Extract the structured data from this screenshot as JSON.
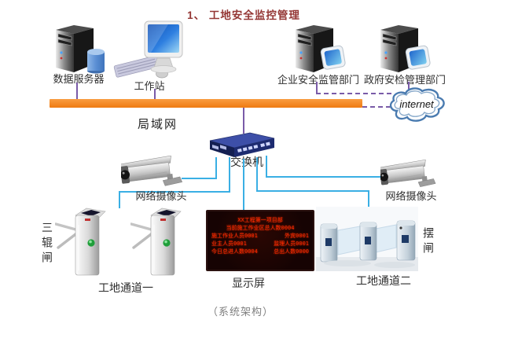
{
  "title": "1、 工地安全监控管理",
  "footer_caption": "（系统架构）",
  "nodes": {
    "data_server": {
      "label": "数据服务器"
    },
    "workstation": {
      "label": "工作站"
    },
    "enterprise_dept": {
      "label": "企业安全监管部门"
    },
    "government_dept": {
      "label": "政府安检管理部门"
    },
    "lan": {
      "label": "局域网"
    },
    "internet": {
      "label": "internet"
    },
    "switch": {
      "label": "交换机"
    },
    "camera_left": {
      "label": "网络摄像头"
    },
    "camera_right": {
      "label": "网络摄像头"
    },
    "tripod_turnstile": {
      "label": "三辊闸"
    },
    "swing_gate": {
      "label": "摆闸"
    },
    "site_channel_one": {
      "label": "工地通道一"
    },
    "site_channel_two": {
      "label": "工地通道二"
    },
    "display_screen": {
      "label": "显示屏"
    }
  },
  "led_display": {
    "line1": "XX工程第一项目部",
    "line2": "当前施工作业区总人数0004",
    "rows": [
      {
        "left": "施工作业人员0001",
        "right": "外宾0001"
      },
      {
        "left": "业主人员0001",
        "right": "监理人员0001"
      },
      {
        "left": "今日总进人数0004",
        "right": "总出人数0000"
      }
    ]
  },
  "colors": {
    "lan_bar": "#F5821F",
    "purple_line": "#7A5BA8",
    "cyan_line": "#3AAFE4",
    "title": "#943634",
    "led_red": "#FF2600"
  }
}
